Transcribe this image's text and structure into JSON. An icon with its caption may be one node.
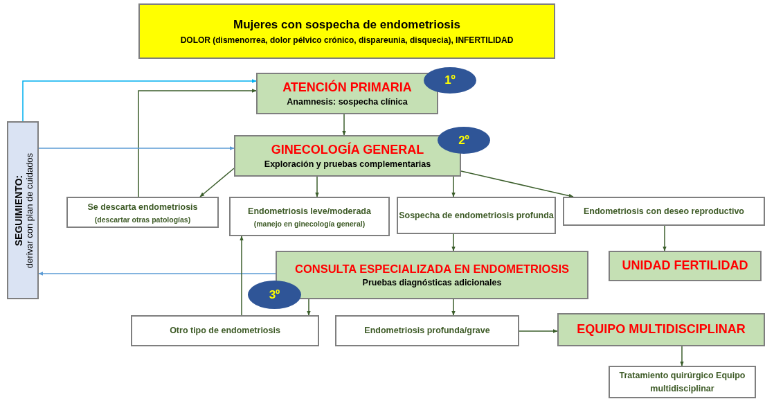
{
  "diagram": {
    "nodes": [
      {
        "text": [
          "Mujeres con sospecha de endometriosis",
          "DOLOR (dismenorrea, dolor pélvico crónico, dispareunia, disquecia), INFERTILIDAD"
        ]
      },
      {
        "text": [
          "ATENCIÓN PRIMARIA",
          "Anamnesis: sospecha clínica"
        ]
      },
      {
        "text": [
          "1º"
        ]
      },
      {
        "text": [
          "GINECOLOGÍA GENERAL",
          "Exploración y pruebas complementarias"
        ]
      },
      {
        "text": [
          "2º"
        ]
      },
      {
        "text": [
          "SEGUIMIENTO:",
          "derivar con plan de cuidados"
        ]
      },
      {
        "text": [
          "Se descarta endometriosis",
          "(descartar otras patologías)"
        ]
      },
      {
        "text": [
          "Endometriosis leve/moderada",
          "(manejo en ginecología general)"
        ]
      },
      {
        "text": [
          "Sospecha de endometriosis profunda"
        ]
      },
      {
        "text": [
          "Endometriosis con deseo reproductivo"
        ]
      },
      {
        "text": [
          "CONSULTA ESPECIALIZADA EN ENDOMETRIOSIS",
          "Pruebas diagnósticas adicionales"
        ]
      },
      {
        "text": [
          "3º"
        ]
      },
      {
        "text": [
          "UNIDAD FERTILIDAD"
        ]
      },
      {
        "text": [
          "Otro tipo de endometriosis"
        ]
      },
      {
        "text": [
          "Endometriosis profunda/grave"
        ]
      },
      {
        "text": [
          "EQUIPO MULTIDISCIPLINAR"
        ]
      },
      {
        "text": [
          "Tratamiento quirúrgico Equipo multidisciplinar"
        ]
      }
    ],
    "edges": [
      {
        "from": 5,
        "to": 1,
        "arrow": "to",
        "color": "#00b0f0"
      },
      {
        "from": 6,
        "to": 1,
        "arrow": "to"
      },
      {
        "from": 1,
        "to": 3,
        "arrow": "to"
      },
      {
        "from": 5,
        "to": 3,
        "arrow": "to",
        "color": "#5b9bd5"
      },
      {
        "from": 3,
        "to": 6,
        "arrow": "to"
      },
      {
        "from": 3,
        "to": 7,
        "arrow": "to"
      },
      {
        "from": 3,
        "to": 8,
        "arrow": "to"
      },
      {
        "from": 3,
        "to": 9,
        "arrow": "to"
      },
      {
        "from": 9,
        "to": 12,
        "arrow": "to"
      },
      {
        "from": 8,
        "to": 10,
        "arrow": "to"
      },
      {
        "from": 10,
        "to": 5,
        "arrow": "to",
        "color": "#5b9bd5"
      },
      {
        "from": 10,
        "to": 13,
        "arrow": "to"
      },
      {
        "from": 13,
        "to": 7,
        "arrow": "to"
      },
      {
        "from": 10,
        "to": 14,
        "arrow": "to"
      },
      {
        "from": 14,
        "to": 15,
        "arrow": "to"
      },
      {
        "from": 15,
        "to": 16,
        "arrow": "to"
      }
    ]
  }
}
